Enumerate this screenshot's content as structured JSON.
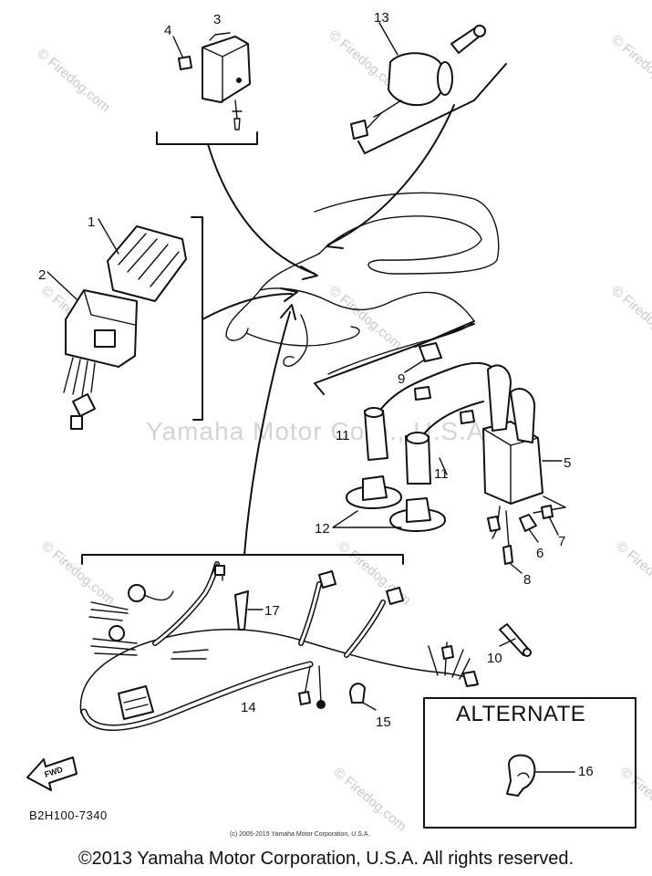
{
  "diagram": {
    "part_code": "B2H100-7340",
    "alternate_label": "ALTERNATE",
    "fwd_label": "FWD",
    "callouts": [
      "1",
      "2",
      "3",
      "4",
      "5",
      "6",
      "7",
      "8",
      "9",
      "10",
      "11",
      "11",
      "12",
      "13",
      "14",
      "15",
      "16",
      "17"
    ],
    "watermarks": {
      "brand": "Yamaha Motor Corp., U.S.A.",
      "site": "© Firedog.com"
    },
    "small_credit": "(c) 2005-2015 Yamaha Motor Corporation, U.S.A."
  },
  "footer": {
    "copyright": "©2013 Yamaha Motor Corporation, U.S.A. All rights reserved."
  }
}
